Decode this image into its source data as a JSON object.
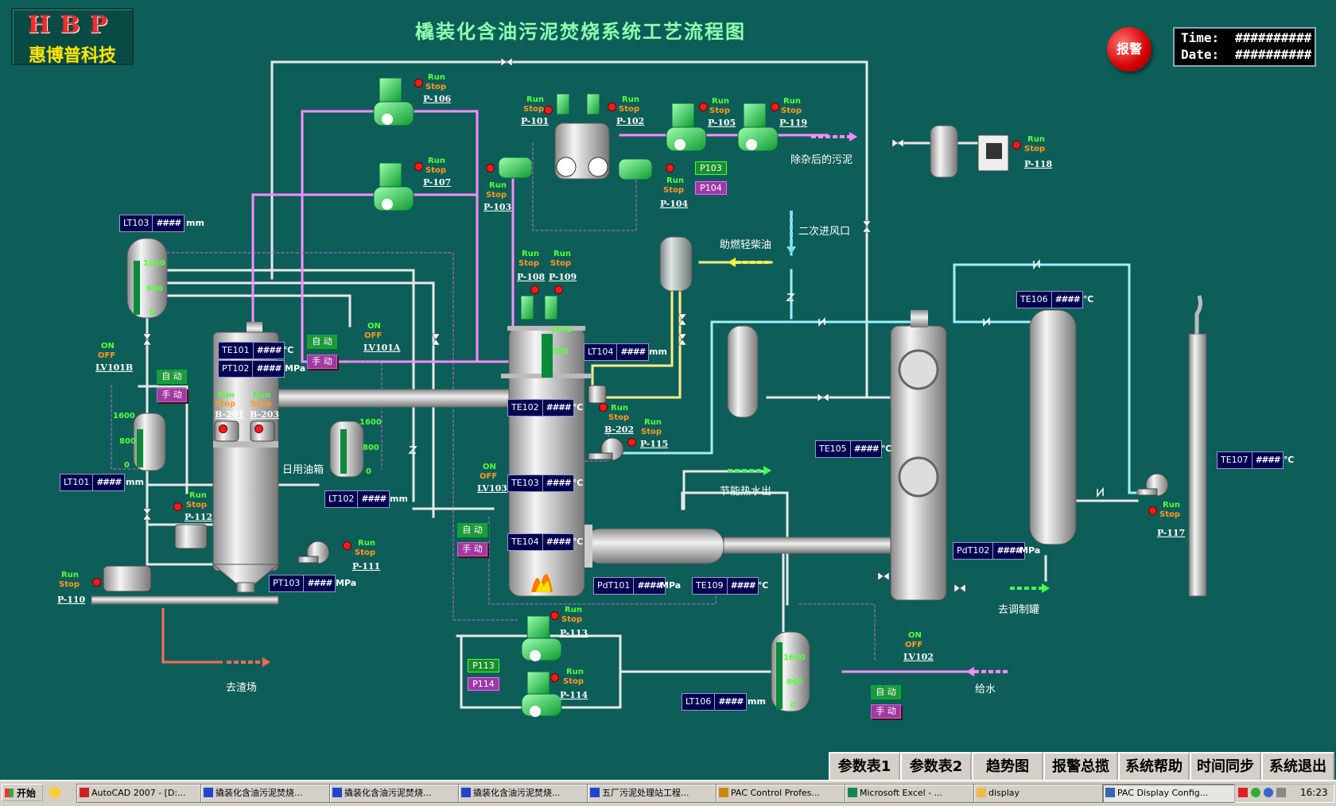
{
  "header": {
    "logo_en": "HBP",
    "logo_cn": "惠博普科技",
    "title": "橇装化含油污泥焚烧系统工艺流程图",
    "alarm_button": "报警",
    "time_label": "Time:",
    "time_value": "##########",
    "date_label": "Date:",
    "date_value": "##########"
  },
  "status": {
    "run": "Run",
    "stop": "Stop",
    "on": "ON",
    "off": "OFF",
    "auto": "自 动",
    "manual": "手 动"
  },
  "pumps": {
    "p106": "P-106",
    "p107": "P-107",
    "p101": "P-101",
    "p102": "P-102",
    "p105": "P-105",
    "p119": "P-119",
    "p103": "P-103",
    "p104": "P-104",
    "p118": "P-118",
    "p108": "P-108",
    "p109": "P-109",
    "b201": "B-201",
    "b203": "B-203",
    "b202": "B-202",
    "p115": "P-115",
    "p112": "P-112",
    "p111": "P-111",
    "p110": "P-110",
    "p113": "P-113",
    "p114": "P-114",
    "p117": "P-117"
  },
  "valves": {
    "lv101b": "LV101B",
    "lv101a": "LV101A",
    "lv103": "LV103",
    "lv102": "LV102"
  },
  "pbox": {
    "p103": "P103",
    "p104": "P104",
    "p113": "P113",
    "p114": "P114"
  },
  "meters": {
    "placeholder": "####",
    "lt103": "LT103",
    "lt101": "LT101",
    "lt102": "LT102",
    "lt104": "LT104",
    "lt106": "LT106",
    "te101": "TE101",
    "pt102": "PT102",
    "pt103": "PT103",
    "te102": "TE102",
    "te103": "TE103",
    "te104": "TE104",
    "pdt101": "PdT101",
    "te109": "TE109",
    "te105": "TE105",
    "te106": "TE106",
    "pdt102": "PdT102",
    "te107": "TE107"
  },
  "units": {
    "mm": "mm",
    "mpa": "MPa",
    "degc": "℃"
  },
  "scales": {
    "s1600": "1600",
    "s800": "800",
    "s0": "0"
  },
  "labels": {
    "sludge_after": "除杂后的污泥",
    "light_diesel": "助燃轻柴油",
    "secondary_air": "二次进风口",
    "daily_tank": "日用油箱",
    "hot_water_out": "节能热水出",
    "to_tank": "去调制罐",
    "to_slag": "去渣场",
    "water_supply": "给水"
  },
  "nav": [
    "参数表1",
    "参数表2",
    "趋势图",
    "报警总揽",
    "系统帮助",
    "时间同步",
    "系统退出"
  ],
  "taskbar": {
    "start": "开始",
    "items": [
      "AutoCAD 2007 - [D:...",
      "撬装化含油污泥焚烧...",
      "撬装化含油污泥焚烧...",
      "撬装化含油污泥焚烧...",
      "五厂污泥处理站工程...",
      "PAC Control Profes...",
      "Microsoft Excel - ...",
      "display",
      "PAC Display Config..."
    ],
    "clock": "16:23"
  },
  "colors": {
    "background": "#0d5e58",
    "pipe_white": "#e8e8e8",
    "pipe_pink": "#ff8cff",
    "pipe_cyan": "#9ff0ff",
    "pipe_yellow": "#ffee88",
    "pump_green": "#22d050"
  }
}
